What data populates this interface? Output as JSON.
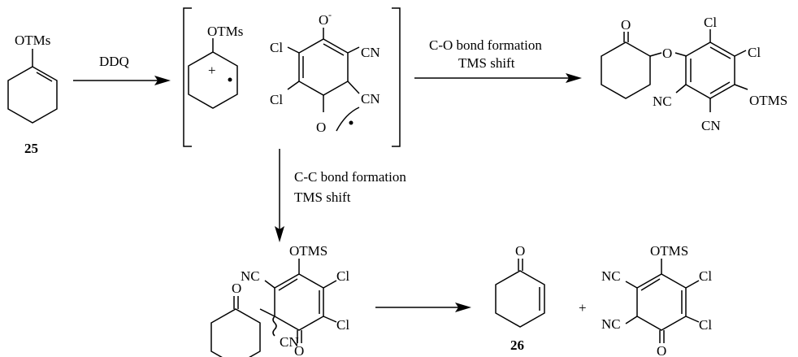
{
  "reagent": {
    "ddq": "DDQ"
  },
  "compound_25": {
    "label": "25",
    "substituent": "OTMs"
  },
  "intermediate": {
    "cation_substituent": "OTMs",
    "plus": "+",
    "o_minus": "O",
    "minus_sign": "-",
    "cl_top": "Cl",
    "cl_bottom": "Cl",
    "cn_top": "CN",
    "cn_bottom": "CN",
    "o_radical": "O"
  },
  "path_co": {
    "line1": "C-O bond formation",
    "line2": "TMS shift"
  },
  "product_ether": {
    "o_keto": "O",
    "o_ether": "O",
    "cl_1": "Cl",
    "cl_2": "Cl",
    "nc": "NC",
    "otms": "OTMS",
    "cn": "CN"
  },
  "path_cc": {
    "line1": "C-C bond formation",
    "line2": "TMS shift"
  },
  "product_cc": {
    "otms": "OTMS",
    "nc": "NC",
    "cl_1": "Cl",
    "cl_2": "Cl",
    "o_keto": "O",
    "cn": "CN",
    "o_ring": "O"
  },
  "compound_26": {
    "label": "26",
    "o": "O"
  },
  "plus_sign": "+",
  "byproduct": {
    "otms": "OTMS",
    "nc_1": "NC",
    "nc_2": "NC",
    "cl_1": "Cl",
    "cl_2": "Cl",
    "o": "O"
  }
}
